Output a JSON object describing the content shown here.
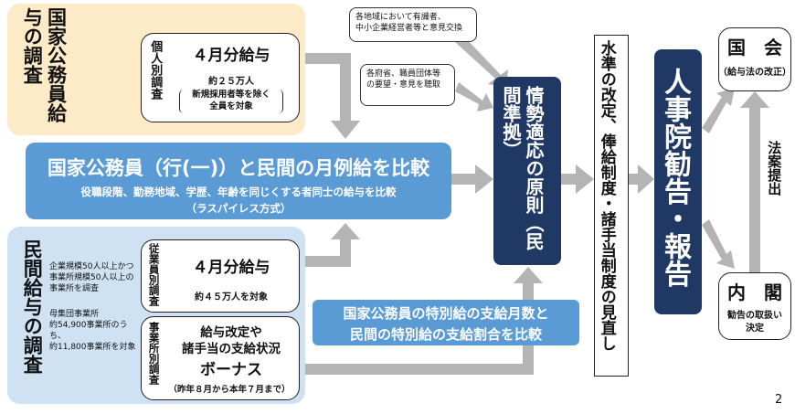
{
  "public_survey": {
    "title": "国家公務員給与の調査",
    "box_label": "個人別調査",
    "box_title": "４月分給与",
    "count": "約２５万人",
    "note_line1": "新規採用者等を除く",
    "note_line2": "全員を対象"
  },
  "comparison": {
    "title": "国家公務員（行(一)）と民間の月例給を比較",
    "sub1": "役職段階、勤務地域、学歴、年齢を同じくする者同士の給与を比較",
    "sub2": "（ラスパイレス方式）"
  },
  "private_survey": {
    "title": "民間給与の調査",
    "note1_line1": "企業規模50人以上かつ",
    "note1_line2": "事業所規模50人以上の",
    "note1_line3": "事業所を調査",
    "note2_line1": "母集団事業所",
    "note2_line2": "約54,900事業所のうち、",
    "note2_line3": "約11,800事業所を対象",
    "emp_label": "従業員別調査",
    "emp_title": "４月分給与",
    "emp_count": "約４５万人を対象",
    "estab_label": "事業所別調査",
    "estab_line1": "給与改定や",
    "estab_line2": "諸手当の支給状況",
    "estab_bonus": "ボーナス",
    "estab_period": "（昨年８月から本年７月まで）"
  },
  "bonus_compare": {
    "line1": "国家公務員の特別給の支給月数と",
    "line2": "民間の特別給の支給割合を比較"
  },
  "opinions": {
    "op1_line1": "各地域において有識者、",
    "op1_line2": "中小企業経営者等と意見交換",
    "op2_line1": "各府省、職員団体等",
    "op2_line2": "の要望・意見を聴取"
  },
  "principle": "情勢適応の原則（民間準拠）",
  "revision": "水準の改定、俸給制度・諸手当制度の見直し",
  "nra": "人事院勧告・報告",
  "diet": {
    "title": "国　会",
    "sub": "（給与法の改正）"
  },
  "cabinet": {
    "title": "内　閣",
    "sub1": "勧告の取扱い",
    "sub2": "決定"
  },
  "bill": "法案提出",
  "page_number": "2",
  "colors": {
    "navy": "#1f3864",
    "blue": "#5b9bd5",
    "cream": "#fdebc8",
    "lightblue": "#cfe2f3",
    "arrow": "#b4b4b4"
  }
}
